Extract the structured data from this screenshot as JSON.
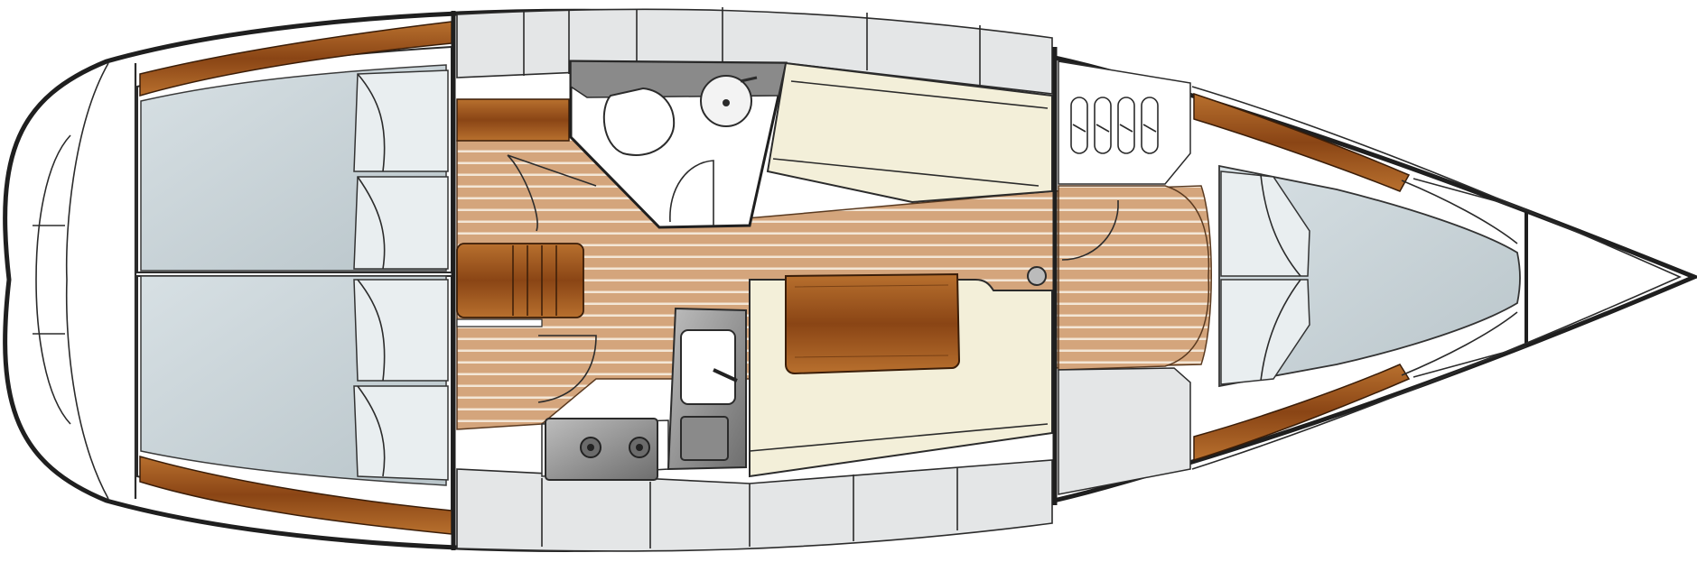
{
  "colors": {
    "hull_outline": "#1f1f1f",
    "hull_fill": "#ffffff",
    "berth_cushion": "#c9d3d8",
    "teak_floor": "#d4a57c",
    "teak_strip": "#f6efe6",
    "wood_trim": "#7a3d10",
    "wood_trim_light": "#b56b2a",
    "settee_cream": "#f3efd9",
    "cabinet_grey": "#e4e6e7",
    "metal_grey": "#8f8f8f"
  },
  "areas": [
    "aft-cabin-port",
    "aft-cabin-starboard",
    "head-compartment",
    "saloon",
    "galley",
    "forward-cabin",
    "chain-locker"
  ],
  "icons": [
    "toilet-icon",
    "washbasin-icon",
    "stove-icon",
    "sink-icon",
    "table-icon",
    "door-icon",
    "mast-icon",
    "fender-icon"
  ]
}
